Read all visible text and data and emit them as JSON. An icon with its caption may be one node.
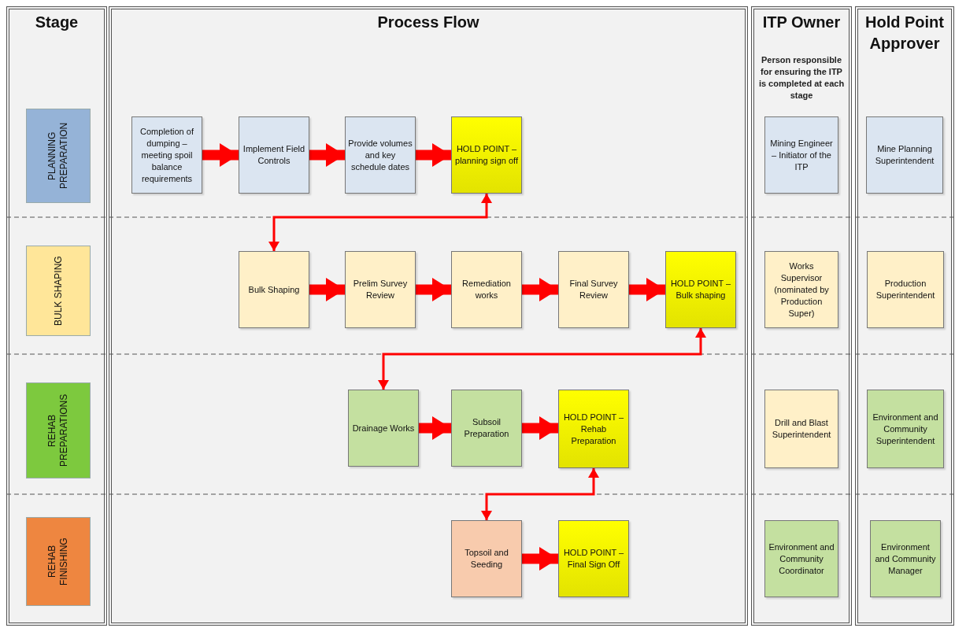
{
  "diagram": {
    "nodes": [
      {
        "text": [
          "Stage"
        ]
      },
      {
        "text": [
          "Process Flow"
        ]
      },
      {
        "text": [
          "ITP Owner",
          "Person responsible for ensuring the ITP is completed at each stage"
        ]
      },
      {
        "text": [
          "Hold Point Approver"
        ]
      },
      {
        "text": [
          "PLANNING PREPARATION"
        ],
        "in": 0
      },
      {
        "text": [
          "BULK SHAPING"
        ],
        "in": 0
      },
      {
        "text": [
          "REHAB PREPARATIONS"
        ],
        "in": 0
      },
      {
        "text": [
          "REHAB FINISHING"
        ],
        "in": 0
      },
      {
        "text": [
          "Completion of dumping – meeting spoil balance requirements"
        ],
        "in": 1
      },
      {
        "text": [
          "Implement Field Controls"
        ],
        "in": 1
      },
      {
        "text": [
          "Provide volumes and key schedule dates"
        ],
        "in": 1
      },
      {
        "text": [
          "HOLD POINT – planning sign off"
        ],
        "in": 1
      },
      {
        "text": [
          "Bulk Shaping"
        ],
        "in": 1
      },
      {
        "text": [
          "Prelim Survey Review"
        ],
        "in": 1
      },
      {
        "text": [
          "Remediation works"
        ],
        "in": 1
      },
      {
        "text": [
          "Final Survey Review"
        ],
        "in": 1
      },
      {
        "text": [
          "HOLD POINT – Bulk shaping"
        ],
        "in": 1
      },
      {
        "text": [
          "Drainage Works"
        ],
        "in": 1
      },
      {
        "text": [
          "Subsoil Preparation"
        ],
        "in": 1
      },
      {
        "text": [
          "HOLD POINT – Rehab Preparation"
        ],
        "in": 1
      },
      {
        "text": [
          "Topsoil and Seeding"
        ],
        "in": 1
      },
      {
        "text": [
          "HOLD POINT – Final Sign Off"
        ],
        "in": 1
      },
      {
        "text": [
          "Mining Engineer – Initiator of the ITP"
        ],
        "in": 2
      },
      {
        "text": [
          "Works Supervisor (nominated by Production Super)"
        ],
        "in": 2
      },
      {
        "text": [
          "Drill and Blast Superintendent"
        ],
        "in": 2
      },
      {
        "text": [
          "Environment and Community Coordinator"
        ],
        "in": 2
      },
      {
        "text": [
          "Mine Planning Superintendent"
        ],
        "in": 3
      },
      {
        "text": [
          "Production Superintendent"
        ],
        "in": 3
      },
      {
        "text": [
          "Environment and Community Superintendent"
        ],
        "in": 3
      },
      {
        "text": [
          "Environment and Community Manager"
        ],
        "in": 3
      }
    ],
    "edges": [
      {
        "from": 8,
        "to": 9,
        "arrow": "to"
      },
      {
        "from": 9,
        "to": 10,
        "arrow": "to"
      },
      {
        "from": 10,
        "to": 11,
        "arrow": "to"
      },
      {
        "from": 11,
        "to": 12,
        "arrow": "both"
      },
      {
        "from": 12,
        "to": 13,
        "arrow": "to"
      },
      {
        "from": 13,
        "to": 14,
        "arrow": "to"
      },
      {
        "from": 14,
        "to": 15,
        "arrow": "to"
      },
      {
        "from": 15,
        "to": 16,
        "arrow": "to"
      },
      {
        "from": 16,
        "to": 17,
        "arrow": "both"
      },
      {
        "from": 17,
        "to": 18,
        "arrow": "to"
      },
      {
        "from": 18,
        "to": 19,
        "arrow": "to"
      },
      {
        "from": 19,
        "to": 20,
        "arrow": "both"
      },
      {
        "from": 20,
        "to": 21,
        "arrow": "to"
      }
    ]
  }
}
